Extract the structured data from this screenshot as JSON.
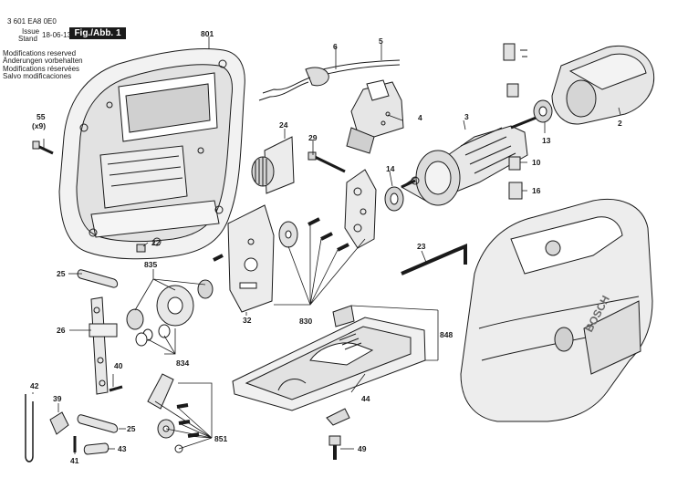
{
  "header": {
    "doc_number": "3 601 EA8 0E0",
    "issue_label": "Issue",
    "stand_label": "Stand",
    "date": "18-06-13",
    "figure_tab": "Fig./Abb. 1"
  },
  "notes": [
    "Modifications reserved",
    "Änderungen vorbehalten",
    "Modifications réservées",
    "Salvo modificaciones"
  ],
  "brand_logo_text": "BOSCH",
  "part_numbers": {
    "p801": "801",
    "p6": "6",
    "p5": "5",
    "p55": "55",
    "p55_qty": "(x9)",
    "p24": "24",
    "p29": "29",
    "p4": "4",
    "p3": "3",
    "p13": "13",
    "p2": "2",
    "p14": "14",
    "p10": "10",
    "p16": "16",
    "p22": "22",
    "p25a": "25",
    "p835": "835",
    "p26": "26",
    "p32": "32",
    "p830": "830",
    "p23": "23",
    "p848": "848",
    "p40": "40",
    "p834": "834",
    "p42": "42",
    "p39": "39",
    "p25b": "25",
    "p44": "44",
    "p851": "851",
    "p41": "41",
    "p43": "43",
    "p49": "49"
  }
}
